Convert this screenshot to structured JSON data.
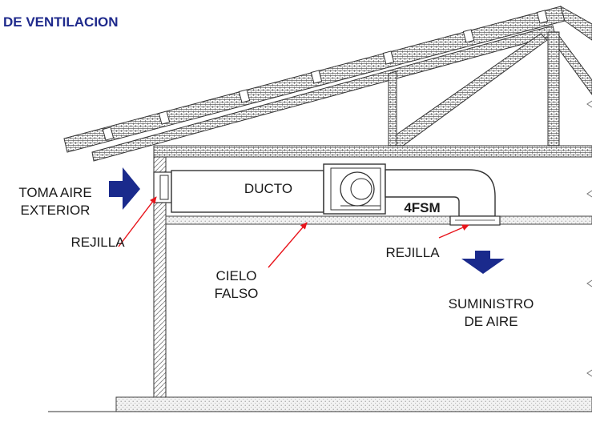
{
  "title": "DE VENTILACION",
  "labels": {
    "toma_line1": "TOMA AIRE",
    "toma_line2": "EXTERIOR",
    "rejilla_left": "REJILLA",
    "ducto": "DUCTO",
    "unit": "4FSM",
    "rejilla_right": "REJILLA",
    "cielo_line1": "CIELO",
    "cielo_line2": "FALSO",
    "suministro_line1": "SUMINISTRO",
    "suministro_line2": "DE AIRE"
  },
  "colors": {
    "title": "#1f2a8c",
    "arrow_fill": "#1a2a8c",
    "leader": "#e8141b",
    "structure": "#333333"
  }
}
